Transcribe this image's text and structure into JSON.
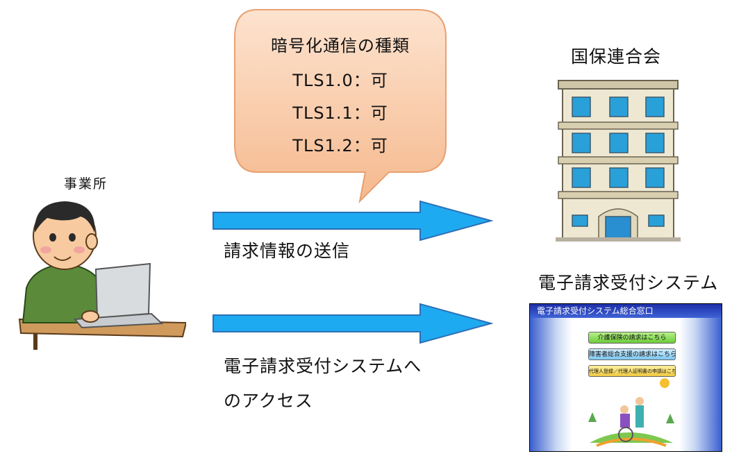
{
  "bubble": {
    "title": "暗号化通信の種類",
    "lines": [
      "TLS1.0：可",
      "TLS1.1：可",
      "TLS1.2：可"
    ]
  },
  "office_label": "事業所",
  "federation_label": "国保連合会",
  "system_label": "電子請求受付システム",
  "arrow1_label": "請求情報の送信",
  "arrow2_label_line1": "電子請求受付システムへ",
  "arrow2_label_line2": "のアクセス",
  "screen": {
    "title": "電子請求受付システム総合窓口",
    "buttons": [
      "介護保険の請求はこちら",
      "障害者総合支援の請求はこちら",
      "代理人登録／代理人証明書の申請はこちら"
    ]
  },
  "colors": {
    "bubble_fill": "#f9caa8",
    "bubble_stroke": "#e8a071",
    "arrow_fill": "#1eaaf0",
    "arrow_stroke": "#2d6fb5"
  }
}
